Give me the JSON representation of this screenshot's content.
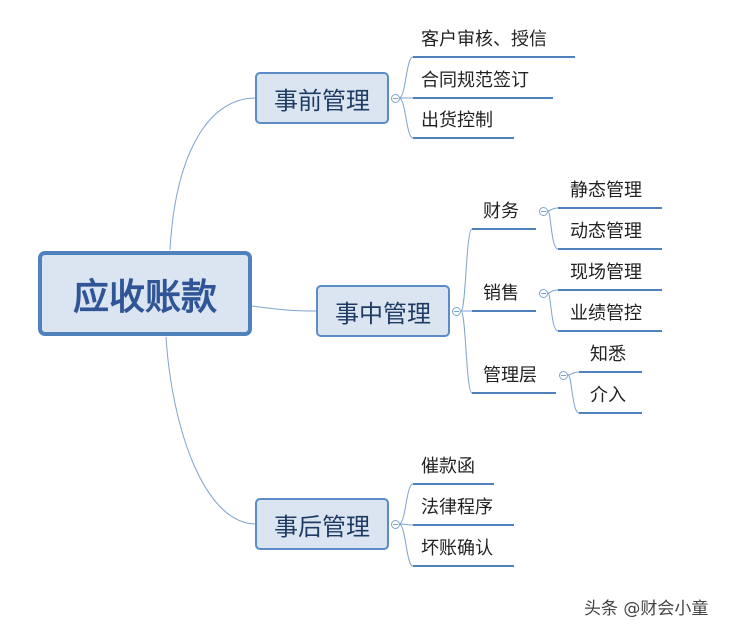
{
  "root": {
    "label": "应收账款"
  },
  "branches": [
    {
      "label": "事前管理",
      "children": [
        "客户审核、授信",
        "合同规范签订",
        "出货控制"
      ]
    },
    {
      "label": "事中管理",
      "children": [
        {
          "label": "财务",
          "children": [
            "静态管理",
            "动态管理"
          ]
        },
        {
          "label": "销售",
          "children": [
            "现场管理",
            "业绩管控"
          ]
        },
        {
          "label": "管理层",
          "children": [
            "知悉",
            "介入"
          ]
        }
      ]
    },
    {
      "label": "事后管理",
      "children": [
        "催款函",
        "法律程序",
        "坏账确认"
      ]
    }
  ],
  "watermark": "头条 @财会小童",
  "colors": {
    "node_fill": "#dbe5f1",
    "node_border": "#5b8cc6",
    "root_text": "#2f5597",
    "connector": "#7fa3cf",
    "underline": "#4f81bd"
  },
  "icons": {
    "collapse": "collapse-minus-icon"
  }
}
